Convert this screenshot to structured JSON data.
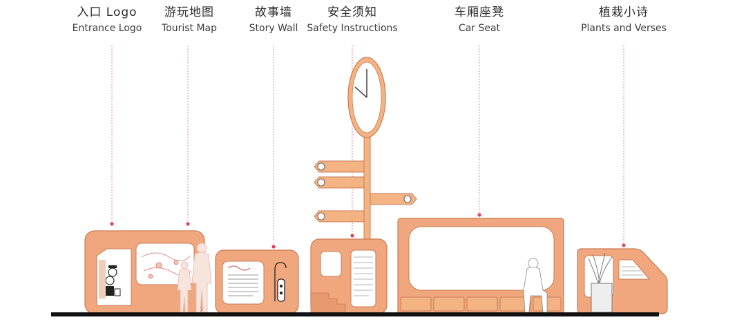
{
  "labels": [
    {
      "cn": "入口 Logo",
      "en": "Entrance Logo"
    },
    {
      "cn": "游玩地图",
      "en": "Tourist Map"
    },
    {
      "cn": "故事墙",
      "en": "Story Wall"
    },
    {
      "cn": "安全须知",
      "en": "Safety Instructions"
    },
    {
      "cn": "车厢座凳",
      "en": "Car Seat"
    },
    {
      "cn": "植栽小诗",
      "en": "Plants and Verses"
    }
  ],
  "colors": {
    "panel_fill": "#f0a77e",
    "panel_stroke": "#c97b55",
    "signpost_fill": "#f3b383",
    "leader_line": "#e08a8a",
    "leader_dot": "#e0465a",
    "ground": "#111111",
    "window_fill": "#ffffff",
    "silhouette": "#f7e4dc"
  }
}
